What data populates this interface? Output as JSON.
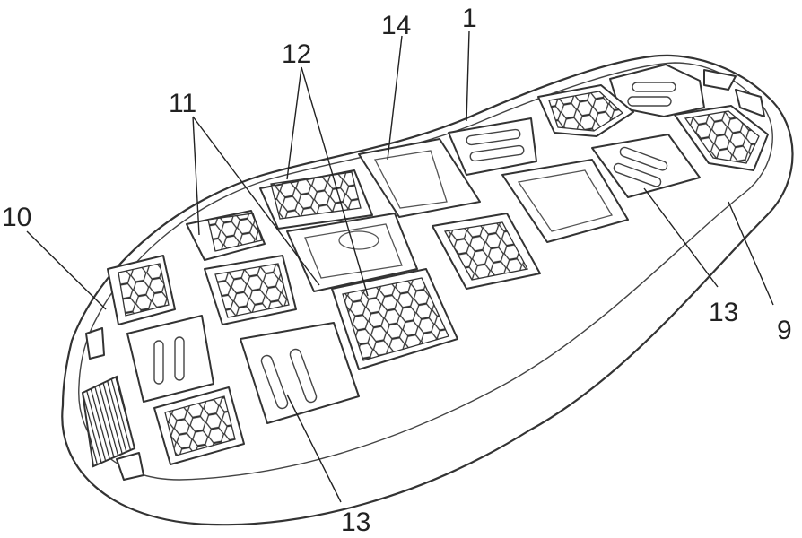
{
  "labels": {
    "l1": "1",
    "l9": "9",
    "l10": "10",
    "l11": "11",
    "l12": "12",
    "l13_right": "13",
    "l13_bottom": "13",
    "l14": "14"
  }
}
